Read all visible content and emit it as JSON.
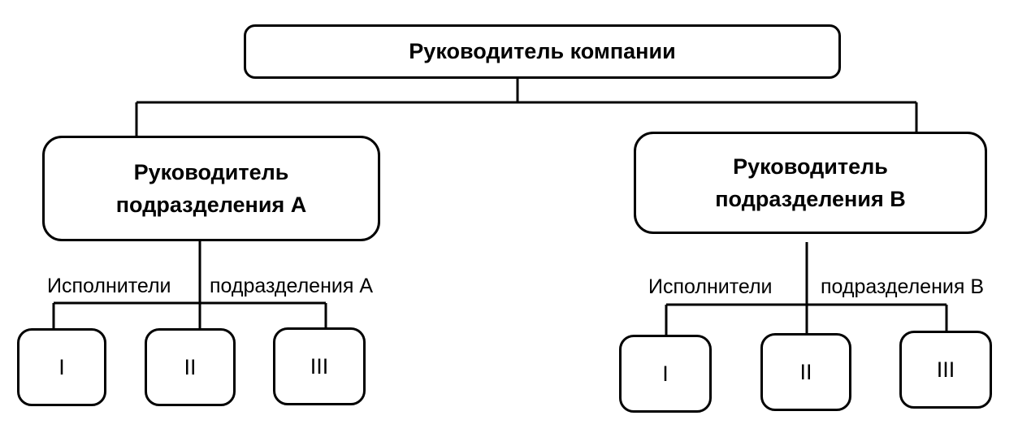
{
  "top": {
    "label": "Руководитель компании"
  },
  "departments": [
    {
      "line1": "Руководитель",
      "line2": "подразделения А",
      "executors_label_left": "Исполнители",
      "executors_label_right": "подразделения А",
      "workers": [
        "I",
        "II",
        "III"
      ]
    },
    {
      "line1": "Руководитель",
      "line2": "подразделения В",
      "executors_label_left": "Исполнители",
      "executors_label_right": "подразделения В",
      "workers": [
        "I",
        "II",
        "III"
      ]
    }
  ]
}
